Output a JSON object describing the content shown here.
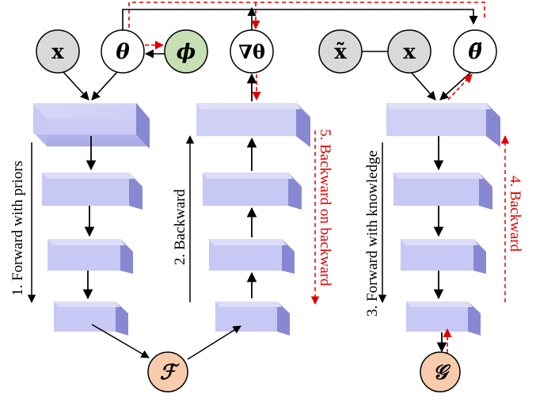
{
  "nodes": {
    "x1": "x",
    "theta": "θ",
    "phi": "ϕ",
    "grad_theta": "∇θ",
    "x_tilde": "x̃",
    "x2": "x",
    "theta_ddot": "θ̈",
    "F": "ℱ",
    "G": "𝒢"
  },
  "labels": {
    "forward_priors": "1. Forward with priors",
    "backward": "2. Backward",
    "forward_knowledge": "3. Forward with knowledge",
    "backward_red": "4. Backward",
    "backward_on_backward": "5. Backward on backward"
  },
  "colors": {
    "gray_node": "#d9d9d9",
    "white_node": "#ffffff",
    "green_node": "#c6e0b4",
    "orange_node": "#f8cbad",
    "layer_top": "#d6d6f5",
    "layer_front": "#b4b4ec",
    "layer_side": "#8c8cd6",
    "red": "#e00000"
  }
}
